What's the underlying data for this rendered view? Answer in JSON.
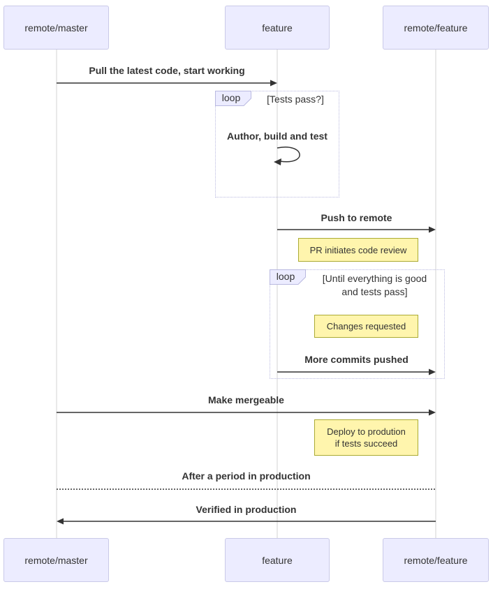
{
  "diagram": {
    "type": "sequence-diagram",
    "actors": [
      {
        "id": "remote-master",
        "label": "remote/master"
      },
      {
        "id": "feature",
        "label": "feature"
      },
      {
        "id": "remote-feature",
        "label": "remote/feature"
      }
    ],
    "messages": [
      {
        "text": "Pull the latest code, start working",
        "from": "remote/master",
        "to": "feature",
        "style": "solid-arrow"
      },
      {
        "text": "Author, build and test",
        "from": "feature",
        "to": "feature",
        "style": "self-loop"
      },
      {
        "text": "Push to remote",
        "from": "feature",
        "to": "remote/feature",
        "style": "solid-arrow"
      },
      {
        "text": "More commits pushed",
        "from": "feature",
        "to": "remote/feature",
        "style": "solid-arrow"
      },
      {
        "text": "Make mergeable",
        "from": "remote/master",
        "to": "remote/feature",
        "style": "solid-arrow"
      },
      {
        "text": "After a period in production",
        "from": "remote/feature",
        "to": "remote/master",
        "style": "dotted-line"
      },
      {
        "text": "Verified in production",
        "from": "remote/feature",
        "to": "remote/master",
        "style": "solid-arrow"
      }
    ],
    "loops": [
      {
        "label": "loop",
        "condition": "[Tests pass?]"
      },
      {
        "label": "loop",
        "condition_line1": "[Until everything is good",
        "condition_line2": "and tests pass]"
      }
    ],
    "notes": [
      {
        "text": "PR initiates code review"
      },
      {
        "text": "Changes requested"
      },
      {
        "line1": "Deploy to prodution",
        "line2": "if tests succeed"
      }
    ],
    "colors": {
      "actor_fill": "#ECECFF",
      "actor_border": "#c9c9e8",
      "note_fill": "#FFF5AD",
      "note_border": "#AAAA33",
      "loop_border": "#b9b9e0",
      "arrow_line": "#333333",
      "lifeline": "#d3d3d3"
    }
  }
}
